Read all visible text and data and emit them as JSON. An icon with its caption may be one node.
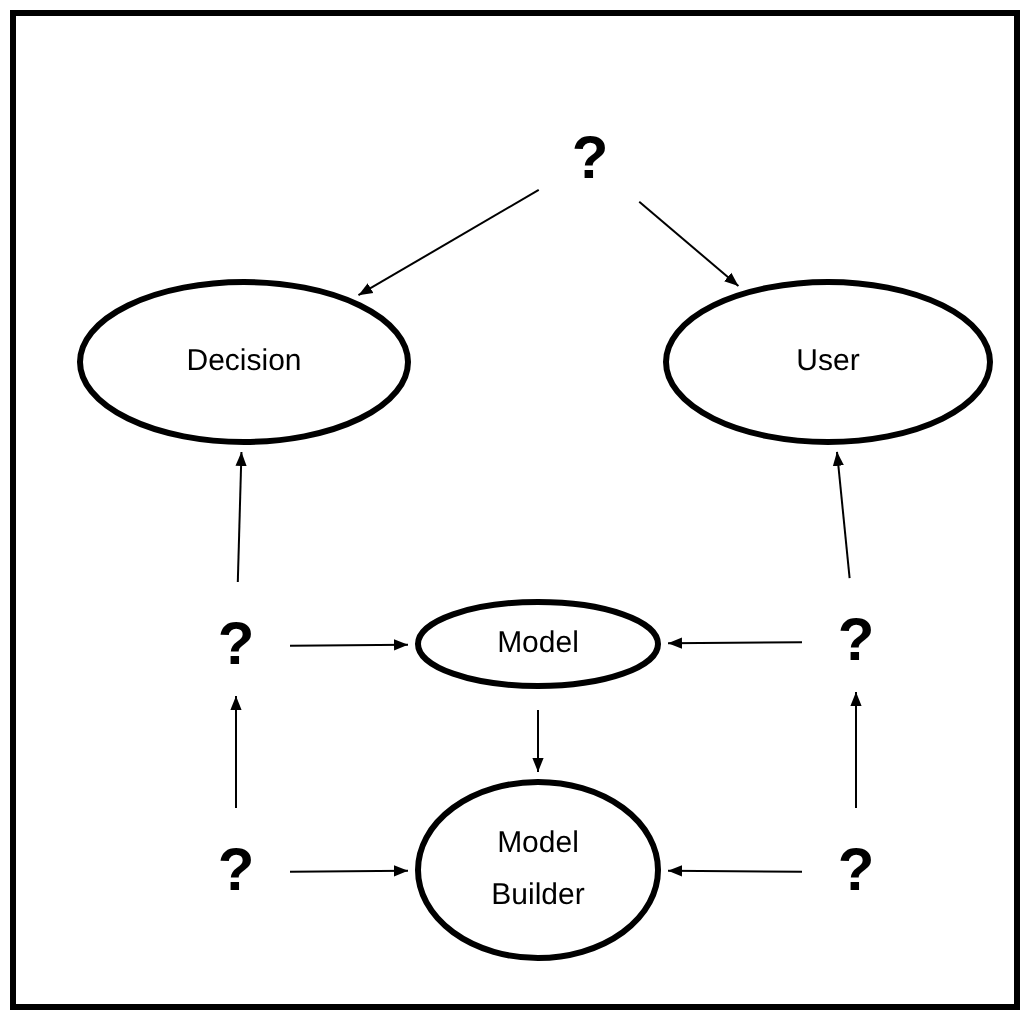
{
  "diagram": {
    "nodes": [
      {
        "text": [
          "?"
        ]
      },
      {
        "text": [
          "Decision"
        ]
      },
      {
        "text": [
          "User"
        ]
      },
      {
        "text": [
          "?"
        ]
      },
      {
        "text": [
          "Model"
        ]
      },
      {
        "text": [
          "?"
        ]
      },
      {
        "text": [
          "?"
        ]
      },
      {
        "text": [
          "Model Builder"
        ]
      },
      {
        "text": [
          "?"
        ]
      }
    ],
    "edges": [
      {
        "from": 0,
        "to": 1,
        "arrow": "to"
      },
      {
        "from": 0,
        "to": 2,
        "arrow": "to"
      },
      {
        "from": 3,
        "to": 1,
        "arrow": "to"
      },
      {
        "from": 5,
        "to": 2,
        "arrow": "to"
      },
      {
        "from": 3,
        "to": 4,
        "arrow": "to"
      },
      {
        "from": 5,
        "to": 4,
        "arrow": "to"
      },
      {
        "from": 4,
        "to": 7,
        "arrow": "to"
      },
      {
        "from": 6,
        "to": 3,
        "arrow": "to"
      },
      {
        "from": 8,
        "to": 5,
        "arrow": "to"
      },
      {
        "from": 6,
        "to": 7,
        "arrow": "to"
      },
      {
        "from": 8,
        "to": 7,
        "arrow": "to"
      }
    ]
  }
}
